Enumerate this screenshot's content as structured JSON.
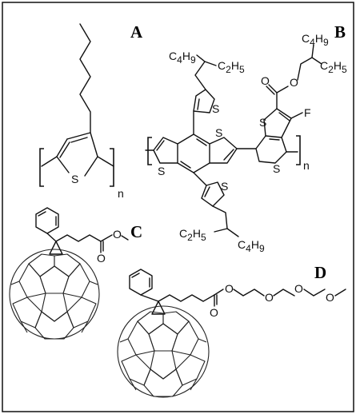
{
  "labels": {
    "panel_a": "A",
    "panel_b": "B",
    "panel_c": "C",
    "panel_d": "D"
  },
  "atoms": {
    "sulfur": "S",
    "fluorine": "F",
    "oxygen": "O",
    "repeat_n": "n"
  },
  "alkyl": {
    "c4_base": "C",
    "c4_sub": "4",
    "h9_base": "H",
    "h9_sub": "9",
    "c2_base": "C",
    "c2_sub": "2",
    "h5_base": "H",
    "h5_sub": "5"
  }
}
